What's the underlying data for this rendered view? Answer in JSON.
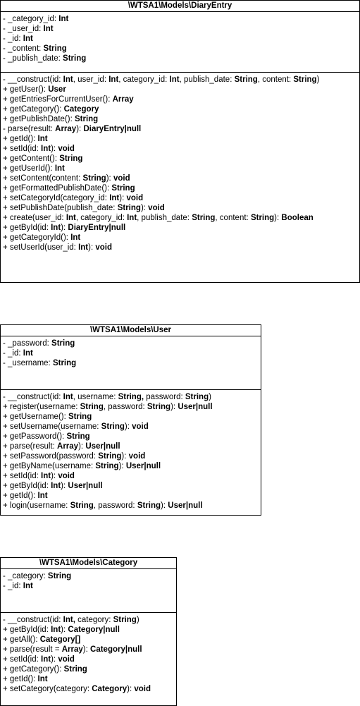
{
  "classes": [
    {
      "id": "cls-diaryentry",
      "name": "\\WTSA1\\Models\\DiaryEntry",
      "attributes": [
        [
          {
            "t": "- _category_id: "
          },
          {
            "t": "Int",
            "b": true
          }
        ],
        [
          {
            "t": "- _user_id: "
          },
          {
            "t": "Int",
            "b": true
          }
        ],
        [
          {
            "t": "- _id: "
          },
          {
            "t": "Int",
            "b": true
          }
        ],
        [
          {
            "t": "- _content: "
          },
          {
            "t": "String",
            "b": true
          }
        ],
        [
          {
            "t": "- _publish_date: "
          },
          {
            "t": "String",
            "b": true
          }
        ]
      ],
      "methods": [
        [
          {
            "t": "- __construct(id: "
          },
          {
            "t": "Int",
            "b": true
          },
          {
            "t": ", user_id: "
          },
          {
            "t": "Int",
            "b": true
          },
          {
            "t": ", category_id: "
          },
          {
            "t": "Int",
            "b": true
          },
          {
            "t": ", publish_date: "
          },
          {
            "t": "String",
            "b": true
          },
          {
            "t": ", content: "
          },
          {
            "t": "String",
            "b": true
          },
          {
            "t": ")"
          }
        ],
        [
          {
            "t": "+ getUser(): "
          },
          {
            "t": "User",
            "b": true
          }
        ],
        [
          {
            "t": "+ getEntriesForCurrentUser(): "
          },
          {
            "t": "Array",
            "b": true
          }
        ],
        [
          {
            "t": "+ getCategory(): "
          },
          {
            "t": "Category",
            "b": true
          }
        ],
        [
          {
            "t": "+ getPublishDate(): "
          },
          {
            "t": "String",
            "b": true
          }
        ],
        [
          {
            "t": "- parse(result: "
          },
          {
            "t": "Array",
            "b": true
          },
          {
            "t": "): "
          },
          {
            "t": "DiaryEntry|null",
            "b": true
          }
        ],
        [
          {
            "t": "+ getId(): "
          },
          {
            "t": "Int",
            "b": true
          }
        ],
        [
          {
            "t": "+ setId(id: "
          },
          {
            "t": "Int",
            "b": true
          },
          {
            "t": "): "
          },
          {
            "t": "void",
            "b": true
          }
        ],
        [
          {
            "t": "+ getContent(): "
          },
          {
            "t": "String",
            "b": true
          }
        ],
        [
          {
            "t": "+ getUserId(): "
          },
          {
            "t": "Int",
            "b": true
          }
        ],
        [
          {
            "t": "+ setContent(content: "
          },
          {
            "t": "String",
            "b": true
          },
          {
            "t": "): "
          },
          {
            "t": "void",
            "b": true
          }
        ],
        [
          {
            "t": "+ getFormattedPublishDate(): "
          },
          {
            "t": "String",
            "b": true
          }
        ],
        [
          {
            "t": "+ setCategoryId(category_id: "
          },
          {
            "t": "Int",
            "b": true
          },
          {
            "t": "): "
          },
          {
            "t": "void",
            "b": true
          }
        ],
        [
          {
            "t": "+ setPublishDate(publish_date: "
          },
          {
            "t": "String",
            "b": true
          },
          {
            "t": "): "
          },
          {
            "t": "void",
            "b": true
          }
        ],
        [
          {
            "t": "+ create(user_id: "
          },
          {
            "t": "Int",
            "b": true
          },
          {
            "t": ", category_id: "
          },
          {
            "t": "Int",
            "b": true
          },
          {
            "t": ", publish_date: "
          },
          {
            "t": "String",
            "b": true
          },
          {
            "t": ", content: "
          },
          {
            "t": "String",
            "b": true
          },
          {
            "t": "): "
          },
          {
            "t": "Boolean",
            "b": true
          }
        ],
        [
          {
            "t": "+ getById(id: "
          },
          {
            "t": "Int",
            "b": true
          },
          {
            "t": "): "
          },
          {
            "t": "DiaryEntry|null",
            "b": true
          }
        ],
        [
          {
            "t": "+ getCategoryId(): "
          },
          {
            "t": "Int",
            "b": true
          }
        ],
        [
          {
            "t": "+ setUserId(user_id: "
          },
          {
            "t": "Int",
            "b": true
          },
          {
            "t": "): "
          },
          {
            "t": "void",
            "b": true
          }
        ]
      ]
    },
    {
      "id": "cls-user",
      "name": "\\WTSA1\\Models\\User",
      "attributes": [
        [
          {
            "t": "- _password: "
          },
          {
            "t": "String",
            "b": true
          }
        ],
        [
          {
            "t": "- _id: "
          },
          {
            "t": "Int",
            "b": true
          }
        ],
        [
          {
            "t": "- _username: "
          },
          {
            "t": "String",
            "b": true
          }
        ]
      ],
      "methods": [
        [
          {
            "t": "- __construct(id: "
          },
          {
            "t": "Int",
            "b": true
          },
          {
            "t": ", username: "
          },
          {
            "t": "String,",
            "b": true
          },
          {
            "t": " password: "
          },
          {
            "t": "String",
            "b": true
          },
          {
            "t": ")"
          }
        ],
        [
          {
            "t": "+ register(username: "
          },
          {
            "t": "String",
            "b": true
          },
          {
            "t": ", password: "
          },
          {
            "t": "String",
            "b": true
          },
          {
            "t": "): "
          },
          {
            "t": "User|null",
            "b": true
          }
        ],
        [
          {
            "t": "+ getUsername(): "
          },
          {
            "t": "String",
            "b": true
          }
        ],
        [
          {
            "t": "+ setUsername(username: "
          },
          {
            "t": "String",
            "b": true
          },
          {
            "t": "): "
          },
          {
            "t": "void",
            "b": true
          }
        ],
        [
          {
            "t": "+ getPassword(): "
          },
          {
            "t": "String",
            "b": true
          }
        ],
        [
          {
            "t": "+ parse(result: "
          },
          {
            "t": "Array",
            "b": true
          },
          {
            "t": "): "
          },
          {
            "t": "User|null",
            "b": true
          }
        ],
        [
          {
            "t": "+ setPassword(password: "
          },
          {
            "t": "String",
            "b": true
          },
          {
            "t": "): "
          },
          {
            "t": "void",
            "b": true
          }
        ],
        [
          {
            "t": "+ getByName(username: "
          },
          {
            "t": "String",
            "b": true
          },
          {
            "t": "): "
          },
          {
            "t": "User|null",
            "b": true
          }
        ],
        [
          {
            "t": "+ setId(id: "
          },
          {
            "t": "Int",
            "b": true
          },
          {
            "t": "): "
          },
          {
            "t": "void",
            "b": true
          }
        ],
        [
          {
            "t": "+ getById(id: "
          },
          {
            "t": "Int",
            "b": true
          },
          {
            "t": "): "
          },
          {
            "t": "User|null",
            "b": true
          }
        ],
        [
          {
            "t": "+ getId(): "
          },
          {
            "t": "Int",
            "b": true
          }
        ],
        [
          {
            "t": "+ login(username: "
          },
          {
            "t": "String",
            "b": true
          },
          {
            "t": ", password: "
          },
          {
            "t": "String",
            "b": true
          },
          {
            "t": "): "
          },
          {
            "t": "User|null",
            "b": true
          }
        ]
      ]
    },
    {
      "id": "cls-category",
      "name": "\\WTSA1\\Models\\Category",
      "attributes": [
        [
          {
            "t": "- _category: "
          },
          {
            "t": "String",
            "b": true
          }
        ],
        [
          {
            "t": "- _id: "
          },
          {
            "t": "Int",
            "b": true
          }
        ]
      ],
      "methods": [
        [
          {
            "t": "- __construct(id: "
          },
          {
            "t": "Int,",
            "b": true
          },
          {
            "t": " category: "
          },
          {
            "t": "String",
            "b": true
          },
          {
            "t": ")"
          }
        ],
        [
          {
            "t": "+ getById(id: "
          },
          {
            "t": "Int",
            "b": true
          },
          {
            "t": "): "
          },
          {
            "t": "Category|null",
            "b": true
          }
        ],
        [
          {
            "t": "+ getAll(): "
          },
          {
            "t": "Category[]",
            "b": true
          }
        ],
        [
          {
            "t": "+ parse(result = "
          },
          {
            "t": "Array",
            "b": true
          },
          {
            "t": "): "
          },
          {
            "t": "Category|null",
            "b": true
          }
        ],
        [
          {
            "t": "+ setId(id: "
          },
          {
            "t": "Int",
            "b": true
          },
          {
            "t": "): "
          },
          {
            "t": "void",
            "b": true
          }
        ],
        [
          {
            "t": "+ getCategory(): "
          },
          {
            "t": "String",
            "b": true
          }
        ],
        [
          {
            "t": "+ getId(): "
          },
          {
            "t": "Int",
            "b": true
          }
        ],
        [
          {
            "t": "+ setCategory(category: "
          },
          {
            "t": "Category",
            "b": true
          },
          {
            "t": "): "
          },
          {
            "t": "void",
            "b": true
          }
        ]
      ]
    }
  ]
}
